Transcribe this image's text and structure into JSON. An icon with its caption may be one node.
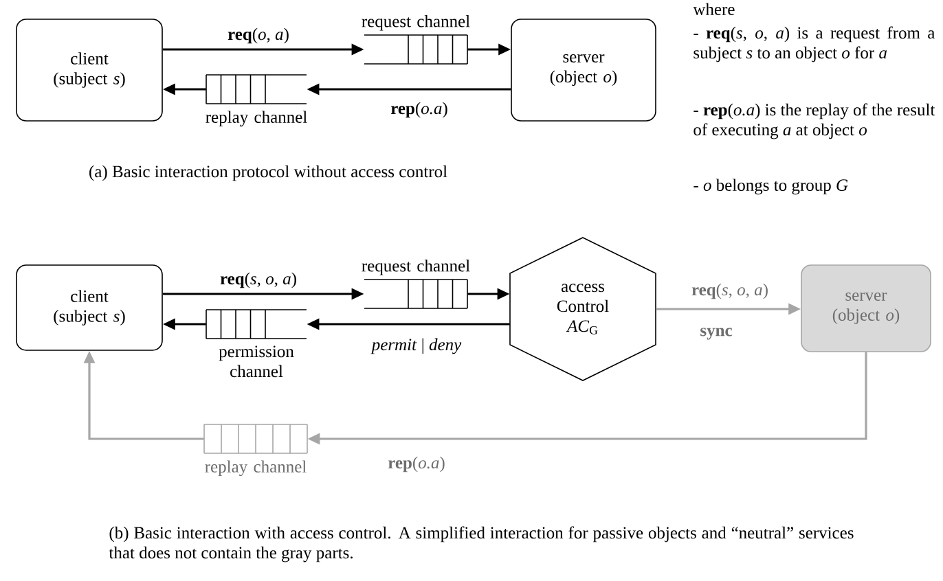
{
  "diagram": {
    "caption": "(b) Basic interaction with access control. A simplified interaction for passive objects and “neutral” services that does not contain the gray parts.",
    "nodes": [
      {
        "text": [
          "client (subject *s*)"
        ]
      },
      {
        "text": [
          "server (object *o*)"
        ]
      },
      {
        "text": [
          "request channel"
        ]
      },
      {
        "text": [
          "replay channel"
        ]
      },
      {
        "text": [
          "client (subject *s*)"
        ]
      },
      {
        "text": [
          "request channel"
        ]
      },
      {
        "text": [
          "permission channel"
        ]
      },
      {
        "text": [
          "access Control *AC*$_{G}$"
        ]
      },
      {
        "text": [
          "server (object *o*)"
        ]
      },
      {
        "text": [
          "replay channel"
        ]
      }
    ],
    "edges": [
      {
        "from": 0,
        "to": 2,
        "arrow": "to",
        "label": "**req**(*o*, *a*)"
      },
      {
        "from": 2,
        "to": 1,
        "arrow": "to"
      },
      {
        "from": 1,
        "to": 3,
        "arrow": "to",
        "label": "**rep**(*o.a*)"
      },
      {
        "from": 3,
        "to": 0,
        "arrow": "to"
      },
      {
        "from": 4,
        "to": 5,
        "arrow": "to",
        "label": "**req**(*s*, *o*, *a*)"
      },
      {
        "from": 5,
        "to": 7,
        "arrow": "to"
      },
      {
        "from": 7,
        "to": 6,
        "arrow": "to",
        "label": "*permit* | *deny*"
      },
      {
        "from": 6,
        "to": 4,
        "arrow": "to"
      },
      {
        "from": 7,
        "to": 8,
        "arrow": "to",
        "label": "**req**(*s*, *o*, *a*)",
        "color": "#a6a6a6"
      },
      {
        "from": 8,
        "to": 9,
        "arrow": "to",
        "label": "**rep**(*o.a*)",
        "color": "#a6a6a6"
      },
      {
        "from": 9,
        "to": 4,
        "arrow": "to",
        "color": "#a6a6a6"
      }
    ],
    "labels": [
      "where",
      "- **req**(*s*, *o*, *a*) is a request from a subject *s* to an object *o* for *a*",
      "- **rep**(*o.a*) is the replay of the result of executing *a* at object *o*",
      "- *o* belongs to group *G*",
      "(a) Basic interaction protocol without access control",
      "sync"
    ]
  }
}
